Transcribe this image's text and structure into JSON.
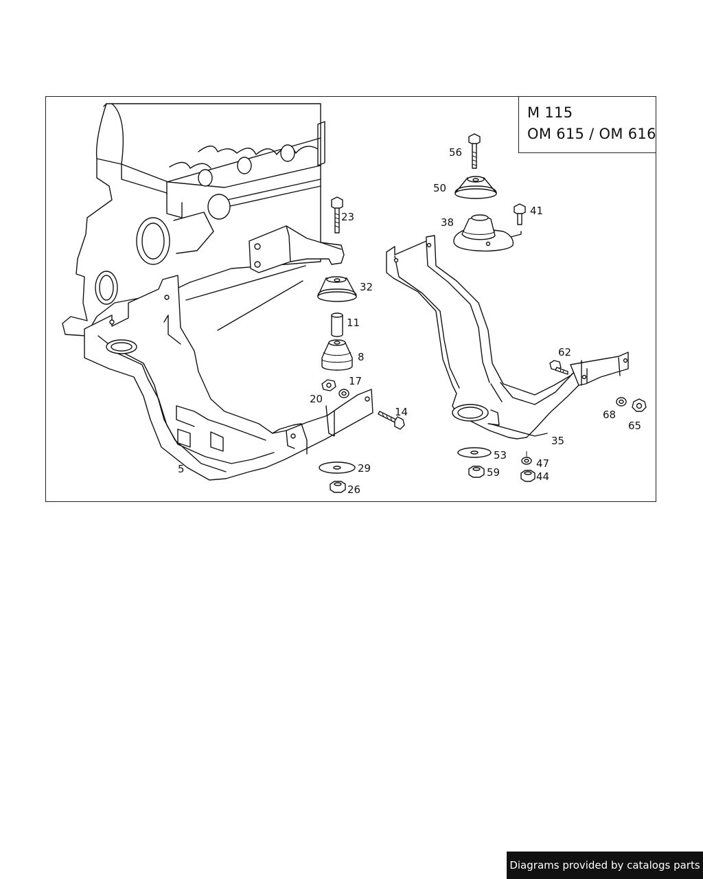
{
  "diagram": {
    "model_lines": [
      "M 115",
      "OM 615 / OM 616"
    ],
    "callouts": [
      "56",
      "50",
      "41",
      "38",
      "23",
      "32",
      "11",
      "8",
      "17",
      "20",
      "14",
      "29",
      "26",
      "5",
      "62",
      "68",
      "65",
      "35",
      "53",
      "47",
      "59",
      "44"
    ]
  },
  "footer": {
    "text": "Diagrams provided by catalogs parts"
  }
}
